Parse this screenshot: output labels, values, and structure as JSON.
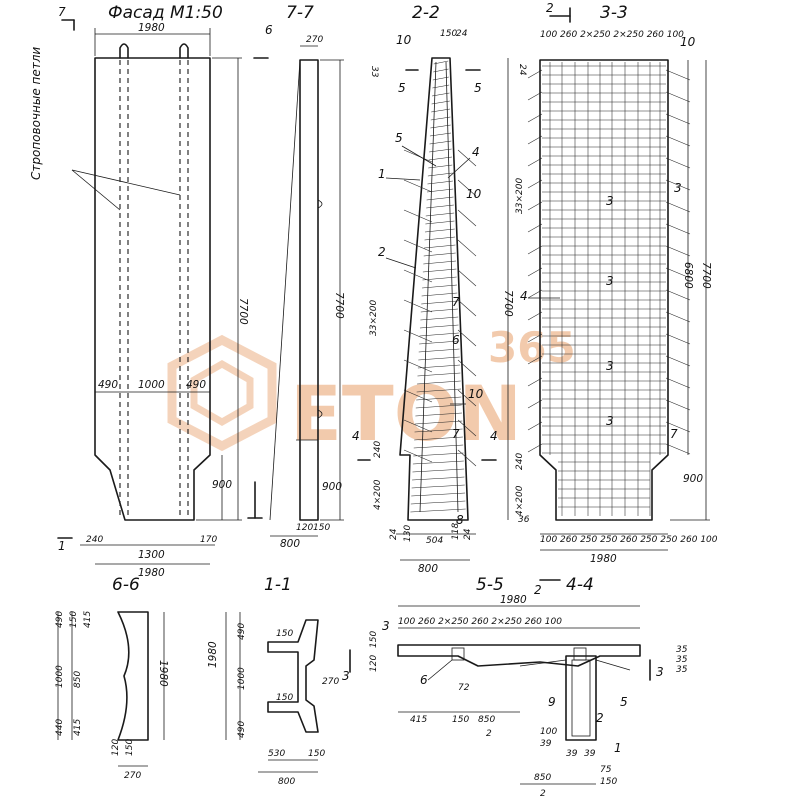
{
  "titles": {
    "facade": "Фасад М1:50",
    "s77": "7-7",
    "s22": "2-2",
    "s33": "3-3",
    "s66": "6-6",
    "s11": "1-1",
    "s55": "5-5",
    "s44": "4-4"
  },
  "cut_marks": {
    "c1": "1",
    "c2": "2",
    "c4": "4",
    "c5": "5",
    "c6": "6",
    "c7": "7",
    "c3": "3"
  },
  "facade": {
    "top_width": "1980",
    "height": "7700",
    "seg_left": "490",
    "seg_mid": "1000",
    "seg_right": "490",
    "leg_height": "900",
    "bottom_mid": "1300",
    "bottom_total": "1980",
    "bottom_small_a": "240",
    "bottom_small_b": "170",
    "loop_note": "Строповочные петли"
  },
  "s77": {
    "top": "270",
    "height": "7700",
    "leg": "900",
    "b1": "120",
    "b2": "150",
    "base": "800"
  },
  "s22": {
    "top_a": "150",
    "top_b": "24",
    "top_c": "33",
    "mid_spacing": "33×200",
    "lower_a": "240",
    "lower_b": "4×200",
    "height": "7700",
    "bottom_a": "24",
    "bottom_b": "130",
    "bottom_c": "504",
    "bottom_d": "118",
    "bottom_e": "24",
    "base": "800",
    "p1": "1",
    "p2": "2",
    "p4": "4",
    "p5": "5",
    "p6": "6",
    "p7a": "7",
    "p7b": "7",
    "p8": "8",
    "p10a": "10",
    "p10b": "10",
    "p10c": "10"
  },
  "s33": {
    "top_dims": "100 260 2×250 2×250 260 100",
    "top_a": "24",
    "spacing": "33×200",
    "lower_a": "240",
    "lower_b": "4×200",
    "lower_c": "36",
    "inner_h": "6800",
    "height": "7700",
    "leg": "900",
    "bottom_dims": "100 260 250 250 260 250 250 260 100",
    "base": "1980",
    "p3a": "3",
    "p3b": "3",
    "p3c": "3",
    "p3d": "3",
    "p3e": "3",
    "p4": "4",
    "p7": "7",
    "p10": "10"
  },
  "s66": {
    "a": "490",
    "b": "150",
    "c": "415",
    "d": "1000",
    "e": "850",
    "f": "440",
    "g": "415",
    "h": "1980",
    "i": "120",
    "j": "150",
    "k": "270"
  },
  "s11": {
    "a": "490",
    "b": "1000",
    "c": "490",
    "d": "1980",
    "e": "150",
    "f": "150",
    "g": "270",
    "h": "530",
    "i": "150",
    "j": "800"
  },
  "s55": {
    "top": "1980",
    "dims": "100 260 2×250 260 2×250 260 100",
    "l1": "120",
    "l2": "150",
    "d72": "72",
    "d415": "415",
    "d150": "150",
    "d850": "850",
    "d2": "2",
    "p3": "3",
    "p6": "6"
  },
  "s44": {
    "r1": "35",
    "r2": "35",
    "r3": "35",
    "d100": "100",
    "d39": "39",
    "d39b": "39",
    "d39c": "39",
    "d850": "850",
    "d75": "75",
    "d150": "150",
    "d2": "2",
    "p1": "1",
    "p2": "2",
    "p3": "3",
    "p5": "5",
    "p9": "9"
  },
  "watermark": {
    "number": "365",
    "word": "ETON"
  }
}
